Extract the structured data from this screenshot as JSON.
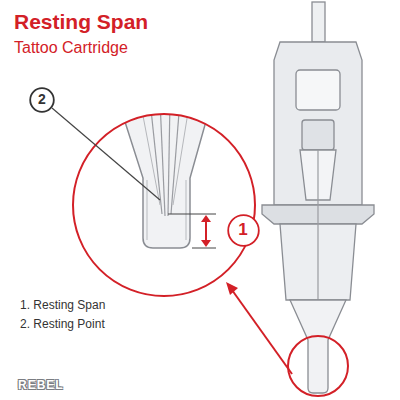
{
  "diagram": {
    "title": "Resting Span",
    "nodes": [
      {
        "text": [
          "2"
        ]
      },
      {
        "text": [
          "1"
        ]
      }
    ],
    "labels": [
      "Tattoo Cartridge",
      "1. Resting Span",
      "2. Resting Point",
      "REBEL"
    ]
  }
}
